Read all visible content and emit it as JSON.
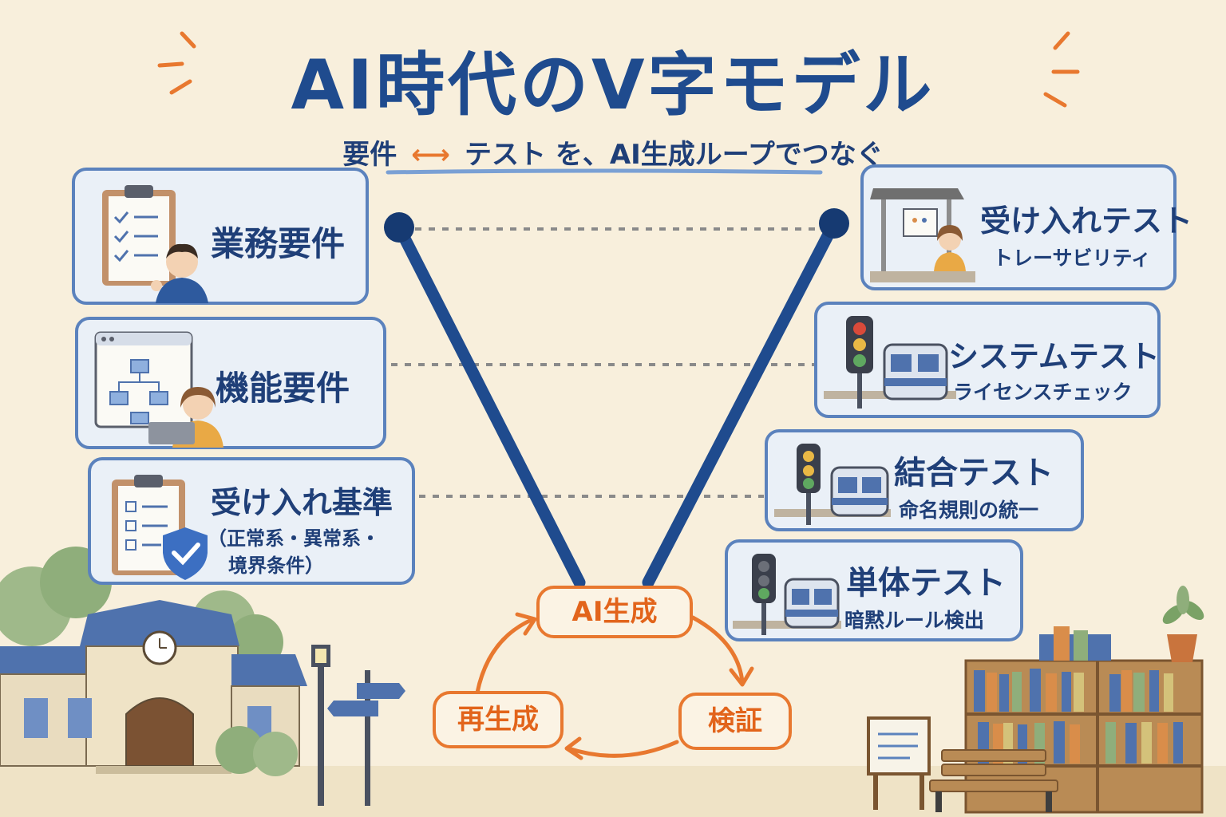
{
  "title": "AI時代のV字モデル",
  "subtitle": {
    "left": "要件",
    "arrow": "⟷",
    "right": "テスト を、AI生成ループでつなぐ"
  },
  "left_boxes": [
    {
      "label": "業務要件"
    },
    {
      "label": "機能要件"
    },
    {
      "label": "受け入れ基準",
      "sub_line1": "（正常系・異常系・",
      "sub_line2": "境界条件）"
    }
  ],
  "right_boxes": [
    {
      "label": "受け入れテスト",
      "sub": "トレーサビリティ"
    },
    {
      "label": "システムテスト",
      "sub": "ライセンスチェック"
    },
    {
      "label": "結合テスト",
      "sub": "命名規則の統一"
    },
    {
      "label": "単体テスト",
      "sub": "暗黙ルール検出"
    }
  ],
  "loop": {
    "generate": "AI生成",
    "verify": "検証",
    "regenerate": "再生成"
  },
  "colors": {
    "background": "#f8efdc",
    "v_line": "#1f4b8e",
    "box_border": "#5b82bd",
    "box_fill": "#eaf0f7",
    "loop_accent": "#e8782f",
    "dashed": "#8a8a8a"
  }
}
